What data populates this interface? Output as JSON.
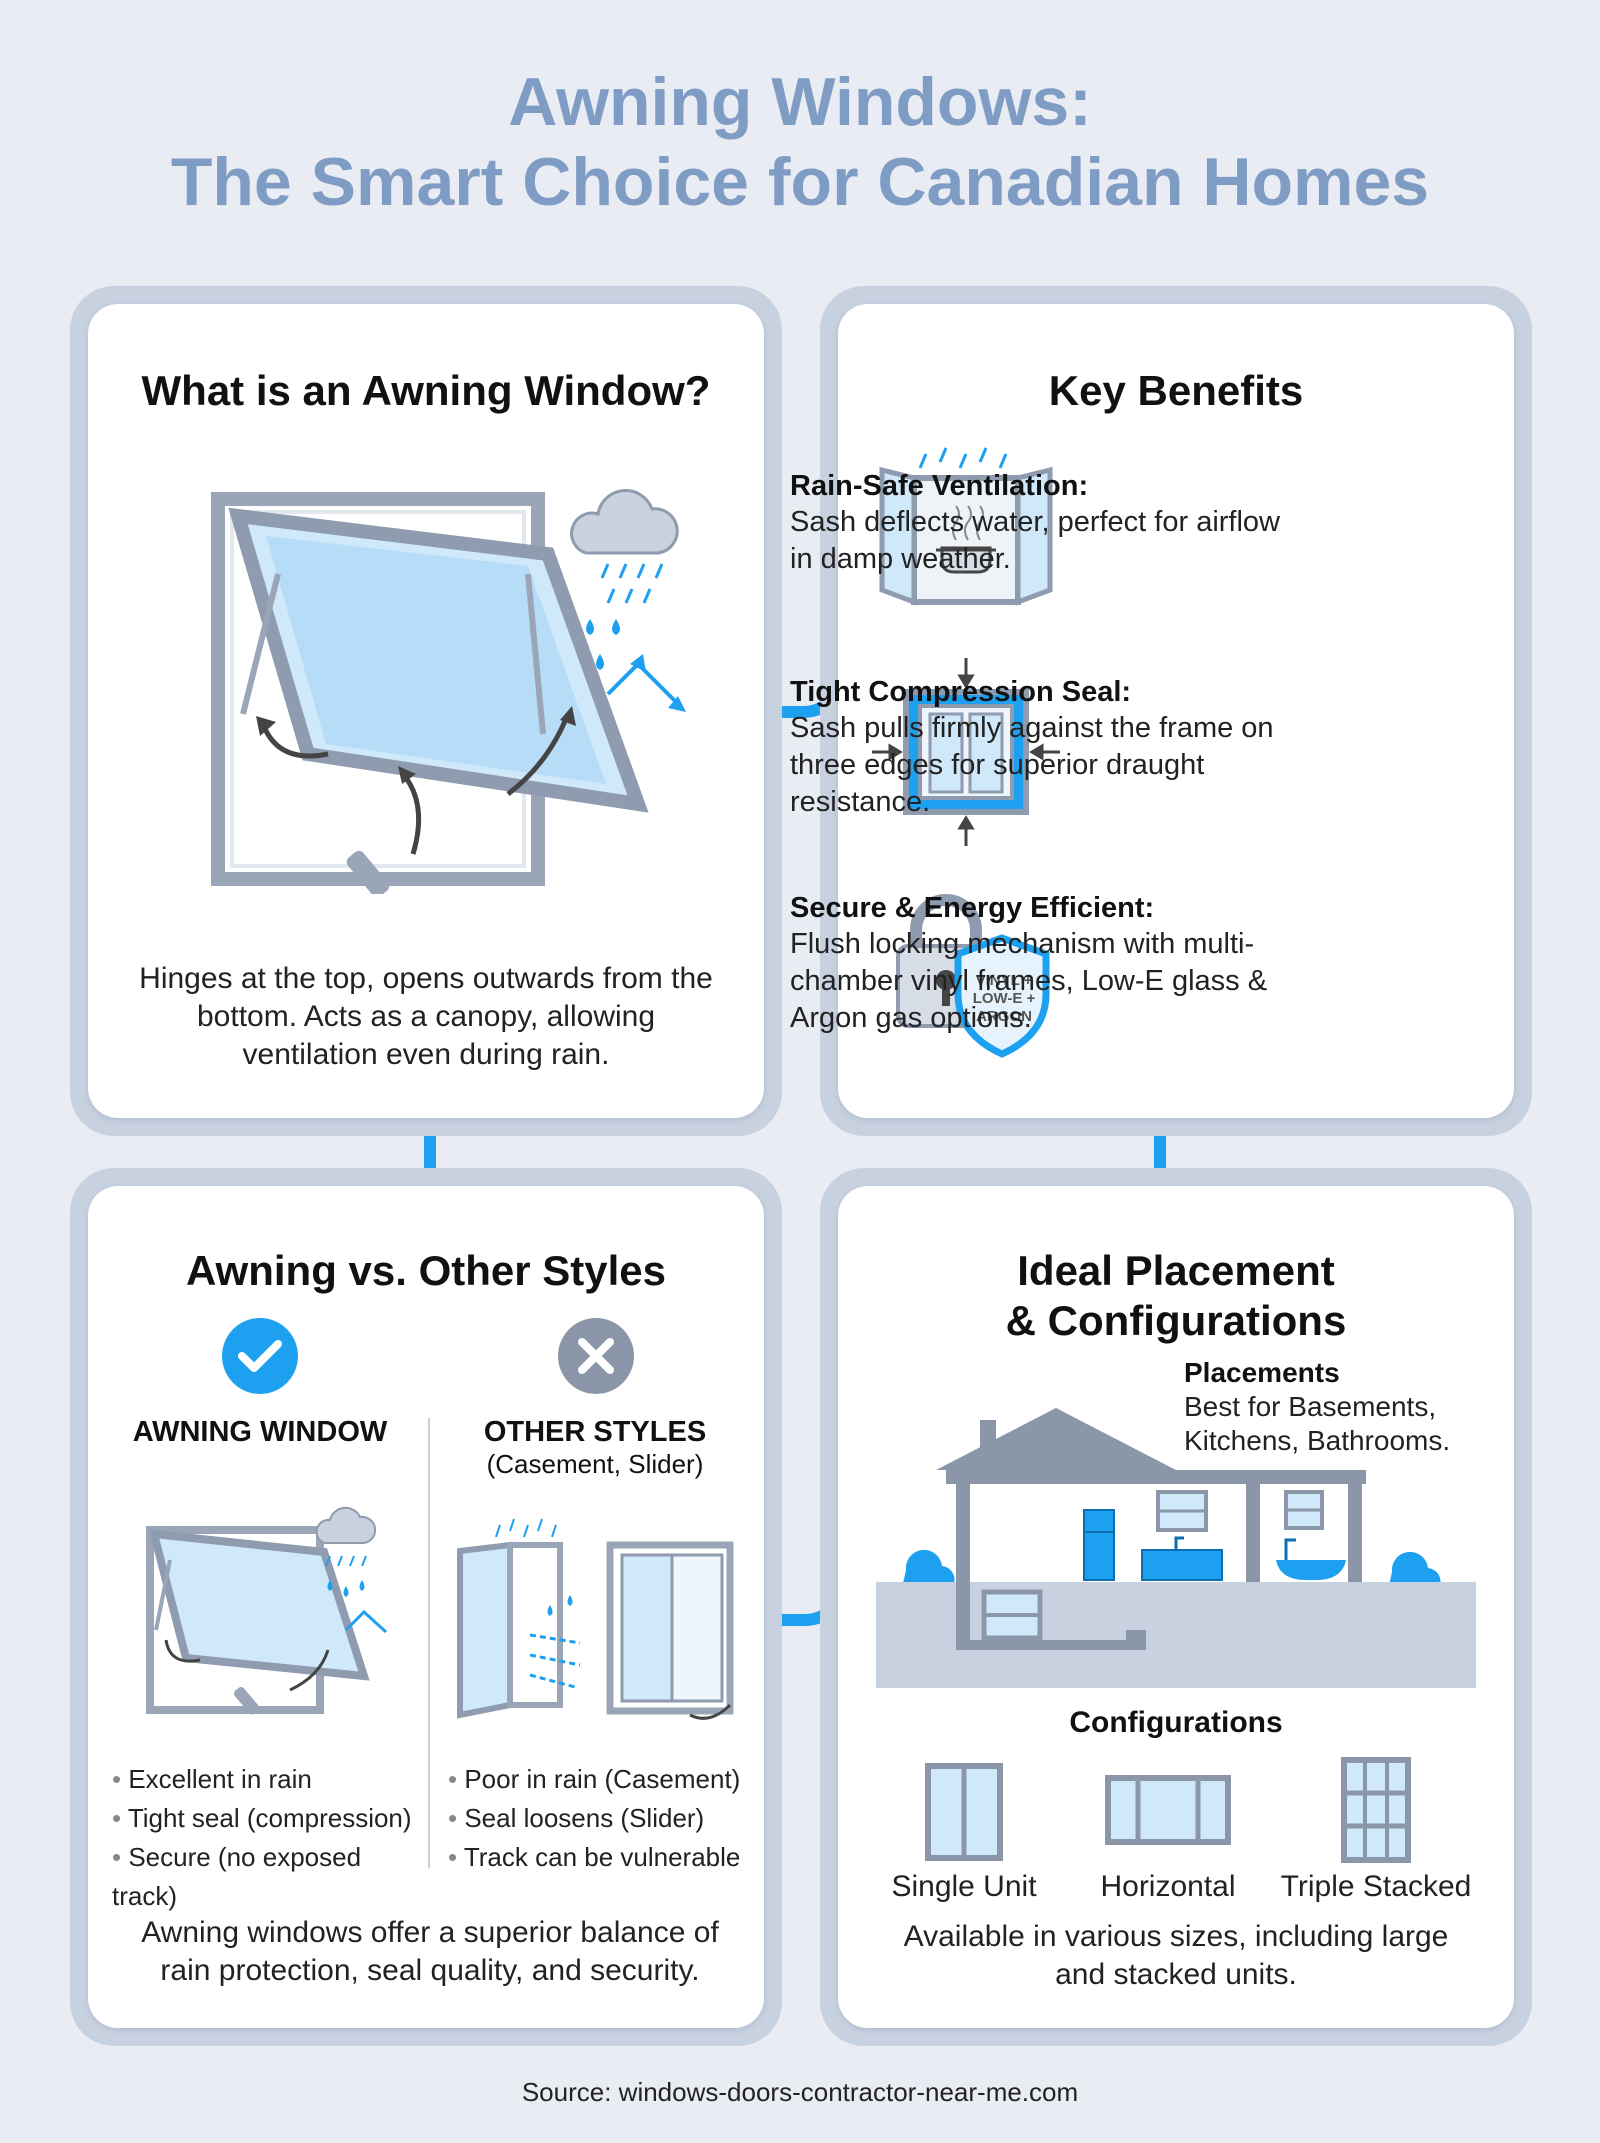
{
  "title_line1": "Awning Windows:",
  "title_line2": "The Smart Choice for Canadian Homes",
  "colors": {
    "accent": "#1ea0f0",
    "title": "#7f9cc4",
    "frame": "#c7d1e0",
    "glass": "#cfe9fb",
    "house": "#8b97a8"
  },
  "what": {
    "title": "What is an Awning Window?",
    "description": "Hinges at the top, opens outwards from the bottom. Acts as a canopy, allowing ventilation even during rain."
  },
  "benefits": {
    "title": "Key Benefits",
    "items": [
      {
        "icon": "ventilation-window-icon",
        "title": "Rain-Safe Ventilation:",
        "text": "Sash deflects water, perfect for airflow in damp weather."
      },
      {
        "icon": "compression-seal-icon",
        "title": "Tight Compression Seal:",
        "text": "Sash pulls firmly against the frame on three edges for superior draught resistance."
      },
      {
        "icon": "lock-shield-icon",
        "title": "Secure & Energy Efficient:",
        "text": "Flush locking mechanism with multi-chamber vinyl frames, Low-E glass & Argon gas options."
      }
    ],
    "shield_lines": [
      "VINYL +",
      "LOW-E +",
      "ARGON"
    ]
  },
  "compare": {
    "title": "Awning vs. Other Styles",
    "awning_head": "AWNING WINDOW",
    "other_head": "OTHER STYLES",
    "other_sub": "(Casement, Slider)",
    "awning_points": [
      "Excellent in rain",
      "Tight seal (compression)",
      "Secure (no exposed track)"
    ],
    "other_points": [
      "Poor in rain (Casement)",
      "Seal loosens (Slider)",
      "Track can be vulnerable"
    ],
    "summary": "Awning windows offer a superior balance of rain protection, seal quality, and security."
  },
  "placement": {
    "title_line1": "Ideal Placement",
    "title_line2": "& Configurations",
    "placements_title": "Placements",
    "placements_text": "Best for Basements, Kitchens, Bathrooms.",
    "configs_title": "Configurations",
    "configs": [
      "Single Unit",
      "Horizontal",
      "Triple Stacked"
    ],
    "note": "Available in various sizes, including large and stacked units."
  },
  "source": "Source: windows-doors-contractor-near-me.com"
}
